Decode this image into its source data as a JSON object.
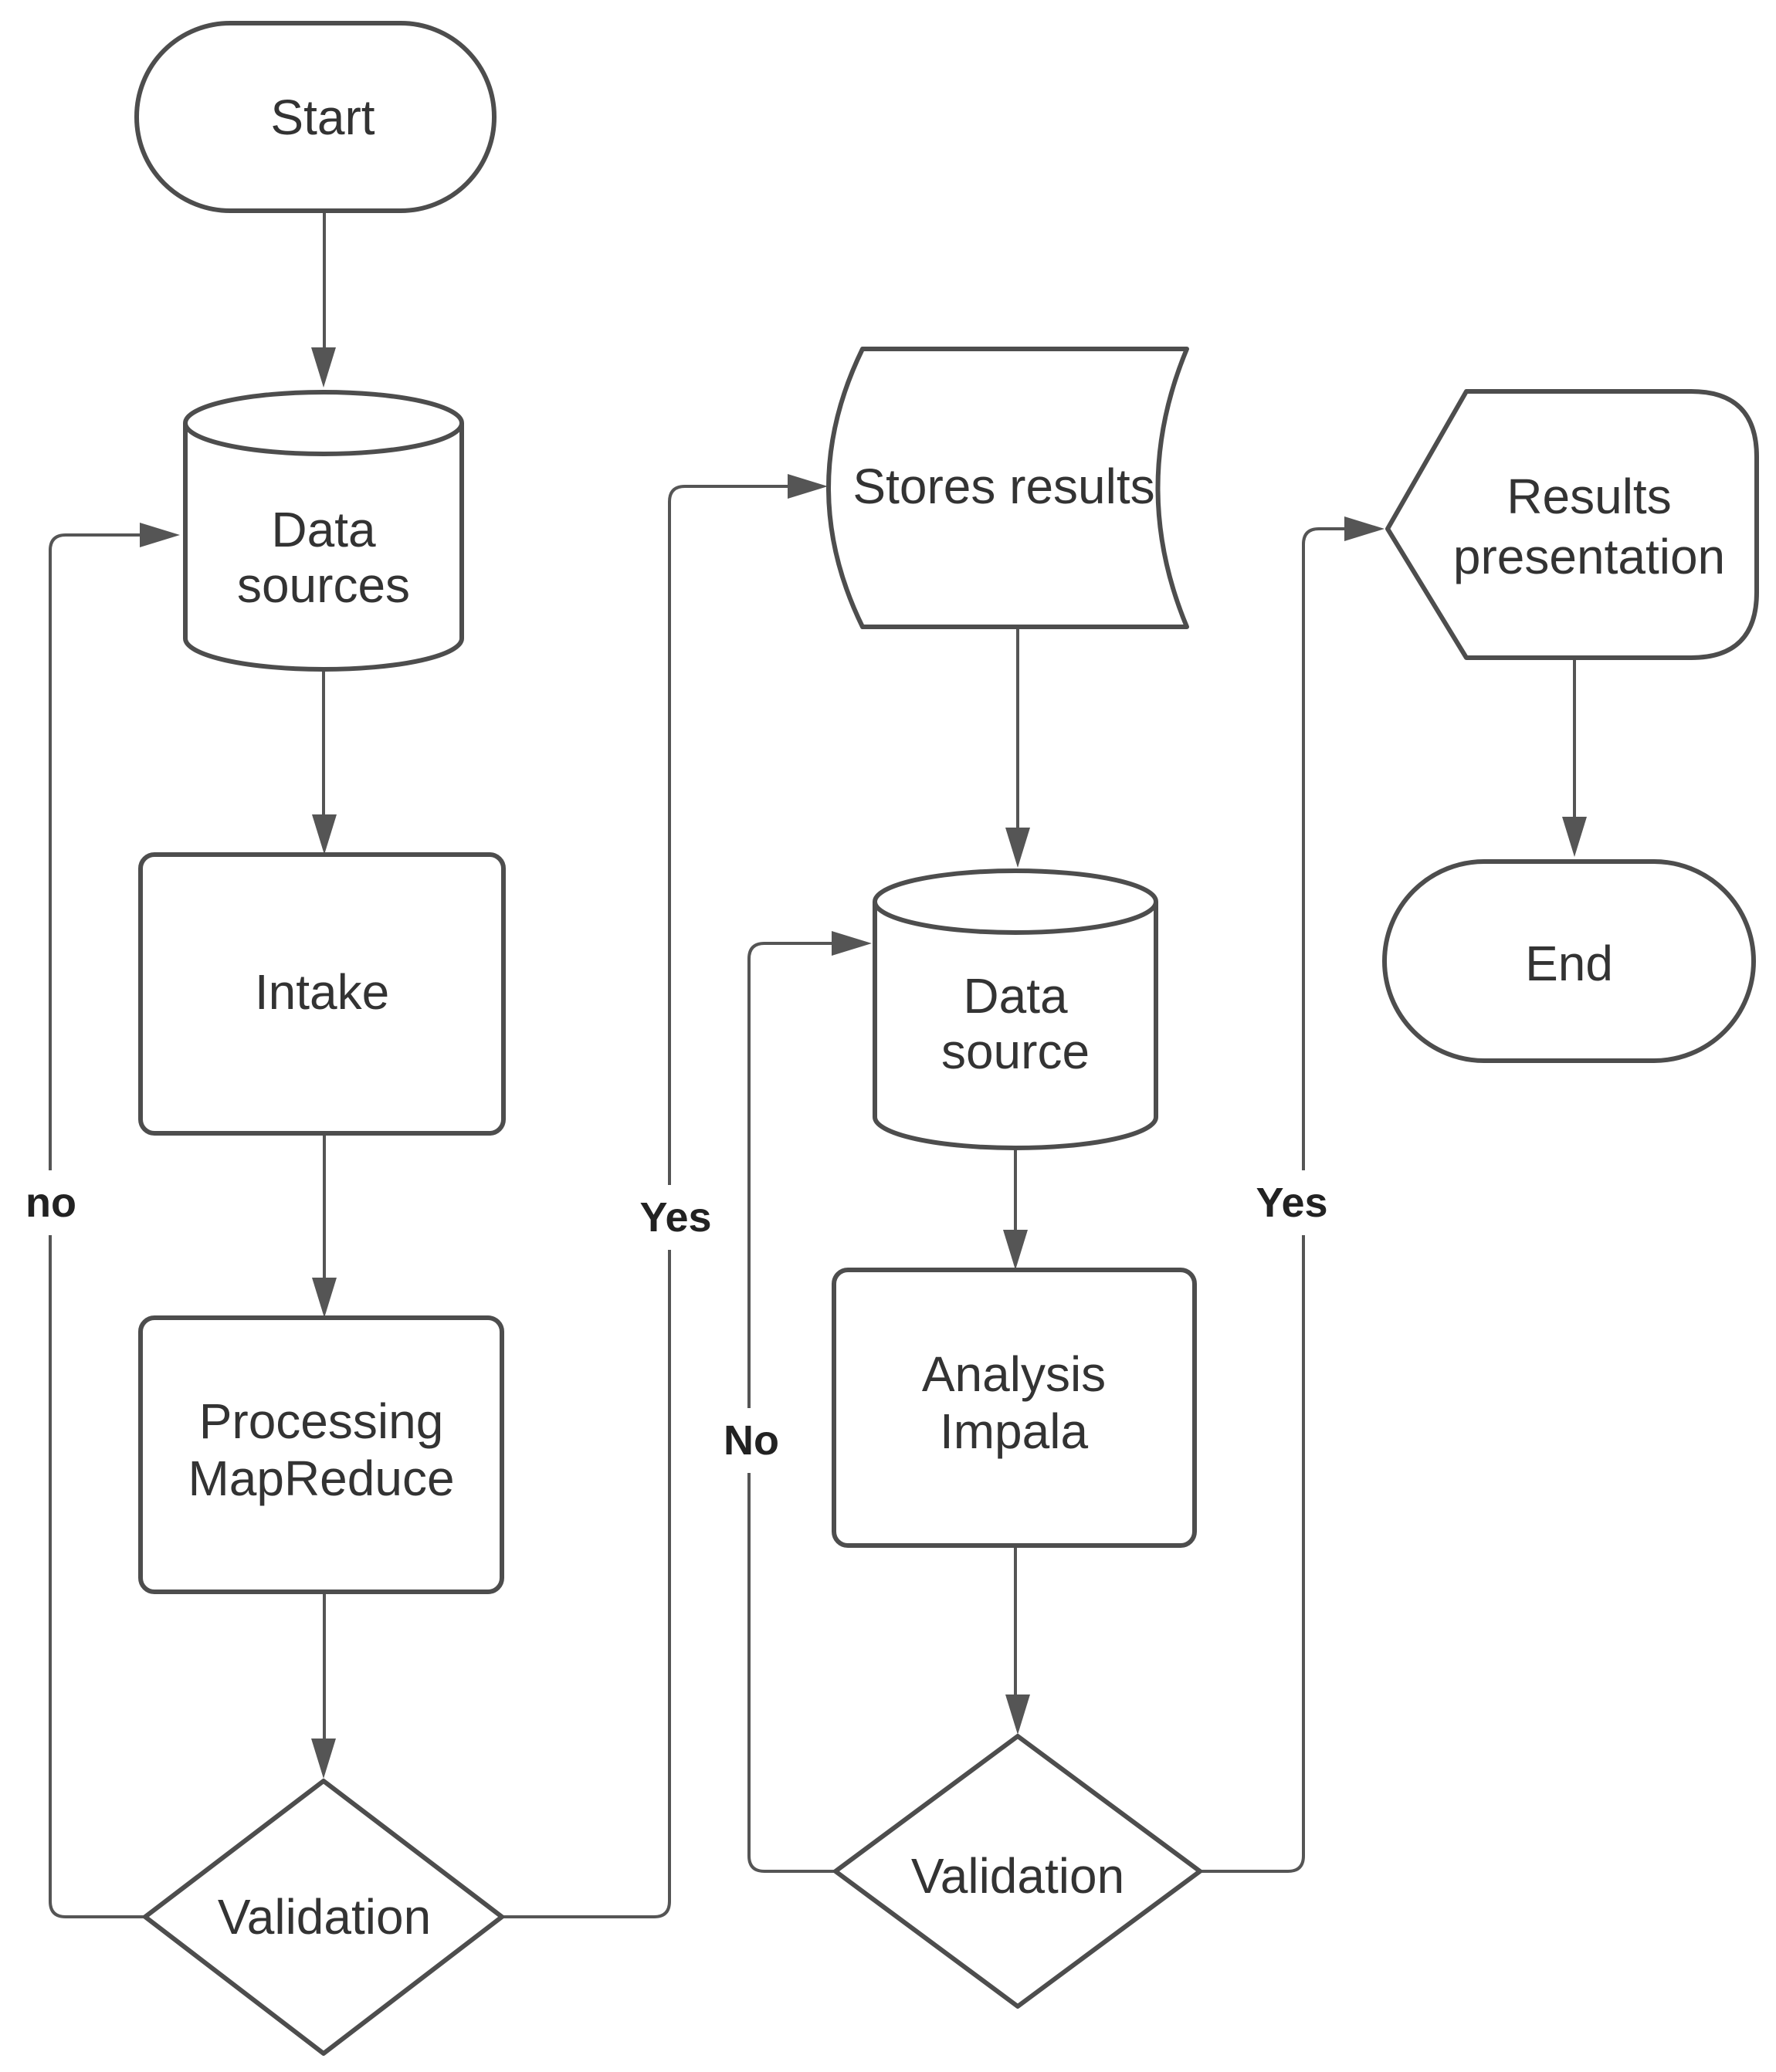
{
  "diagram": {
    "type": "flowchart",
    "colors": {
      "background": "#ffffff",
      "node_fill": "#ffffff",
      "node_border": "#4d4d4d",
      "connector": "#555555",
      "node_text": "#333333",
      "edge_label_text": "#222222"
    },
    "nodes": {
      "start": {
        "type": "terminator",
        "label": "Start"
      },
      "data_sources": {
        "type": "database-cylinder",
        "label": "Data sources",
        "lines": [
          "Data",
          "sources"
        ]
      },
      "intake": {
        "type": "process",
        "label": "Intake"
      },
      "processing": {
        "type": "process",
        "label": "Processing MapReduce",
        "lines": [
          "Processing",
          "MapReduce"
        ]
      },
      "validation1": {
        "type": "decision",
        "label": "Validation"
      },
      "stores_results": {
        "type": "stored-data",
        "label": "Stores results"
      },
      "data_source": {
        "type": "database-cylinder",
        "label": "Data source",
        "lines": [
          "Data",
          "source"
        ]
      },
      "analysis_impala": {
        "type": "process",
        "label": "Analysis Impala",
        "lines": [
          "Analysis",
          "Impala"
        ]
      },
      "validation2": {
        "type": "decision",
        "label": "Validation"
      },
      "results_presentation": {
        "type": "display",
        "label": "Results presentation",
        "lines": [
          "Results",
          "presentation"
        ]
      },
      "end": {
        "type": "terminator",
        "label": "End"
      }
    },
    "edges": [
      {
        "from": "start",
        "to": "data_sources",
        "label": ""
      },
      {
        "from": "data_sources",
        "to": "intake",
        "label": ""
      },
      {
        "from": "intake",
        "to": "processing",
        "label": ""
      },
      {
        "from": "processing",
        "to": "validation1",
        "label": ""
      },
      {
        "from": "validation1",
        "to": "data_sources",
        "label": "no"
      },
      {
        "from": "validation1",
        "to": "stores_results",
        "label": "Yes"
      },
      {
        "from": "stores_results",
        "to": "data_source",
        "label": ""
      },
      {
        "from": "data_source",
        "to": "analysis_impala",
        "label": ""
      },
      {
        "from": "analysis_impala",
        "to": "validation2",
        "label": ""
      },
      {
        "from": "validation2",
        "to": "data_source",
        "label": "No"
      },
      {
        "from": "validation2",
        "to": "results_presentation",
        "label": "Yes"
      },
      {
        "from": "results_presentation",
        "to": "end",
        "label": ""
      }
    ]
  }
}
